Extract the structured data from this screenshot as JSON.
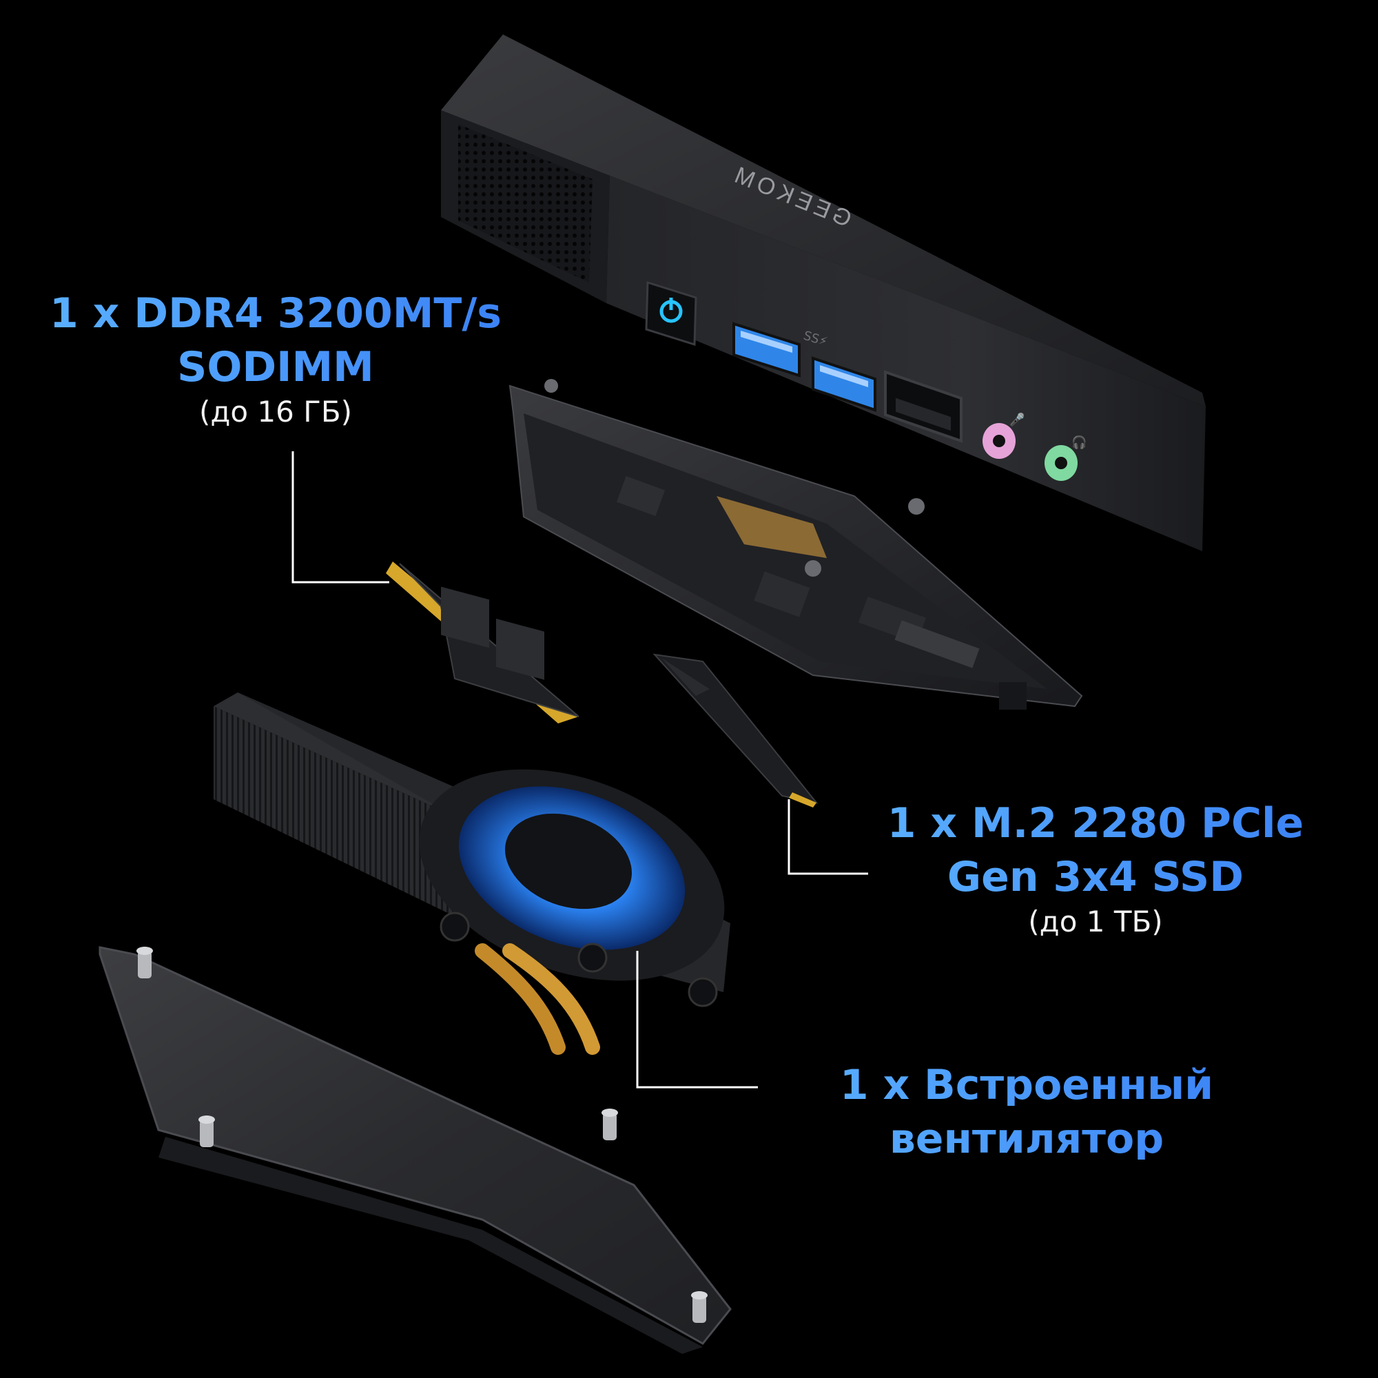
{
  "brand": {
    "logo_text": "GEEKOM",
    "port_labels": {
      "usb": "SS⚡"
    }
  },
  "callouts": {
    "ram": {
      "line1": "1 x DDR4 3200MT/s",
      "line2": "SODIMM",
      "note": "(до 16 ГБ)"
    },
    "ssd": {
      "line1": "1 x M.2 2280 PCle",
      "line2": "Gen 3x4 SSD",
      "note": "(до 1 ТБ)"
    },
    "fan": {
      "line1": "1 x Встроенный",
      "line2": "вентилятор"
    }
  },
  "colors": {
    "background": "#000000",
    "accent_blue": "#4d9aff",
    "power_led": "#27c4ff",
    "usb_blue": "#2f86e8",
    "audio_pink": "#e6a3d8",
    "audio_green": "#7fd9a0",
    "fan_glow": "#2e8bff",
    "ram_gold": "#d6a72b"
  }
}
